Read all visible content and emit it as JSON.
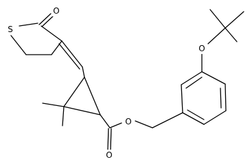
{
  "structure": {
    "atoms": [
      {
        "id": "S1",
        "label": "S"
      },
      {
        "id": "O_ketone",
        "label": "O"
      },
      {
        "id": "O_ether",
        "label": "O"
      },
      {
        "id": "O_carbonyl",
        "label": "O"
      },
      {
        "id": "O_ester",
        "label": "O"
      }
    ]
  },
  "colors": {
    "bond": "#000000",
    "background": "#ffffff"
  }
}
